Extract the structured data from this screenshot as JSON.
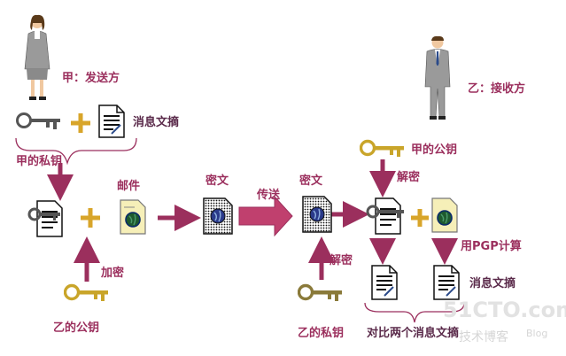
{
  "labels": {
    "sender": "甲：发送方",
    "receiver": "乙：接收方",
    "message_digest_top": "消息文摘",
    "sender_private_key": "甲的私钥",
    "mail": "邮件",
    "ciphertext_1": "密文",
    "transmit": "传送",
    "ciphertext_2": "密文",
    "sender_public_key": "甲的公钥",
    "decrypt_top": "解密",
    "encrypt": "加密",
    "receiver_public_key": "乙的公钥",
    "decrypt_bottom": "解密",
    "receiver_private_key": "乙的私钥",
    "compute_pgp": "用PGP计算",
    "message_digest_bottom": "消息文摘",
    "compare_digests": "对比两个消息文摘"
  },
  "watermark": {
    "site": "51CTO.com",
    "tagline": "技术博客",
    "blog": "Blog"
  },
  "colors": {
    "accent": "#9b2f5d",
    "key_gold": "#c9a52a",
    "plus_gold": "#d8a52a",
    "suit_gray": "#9a9a9a"
  }
}
